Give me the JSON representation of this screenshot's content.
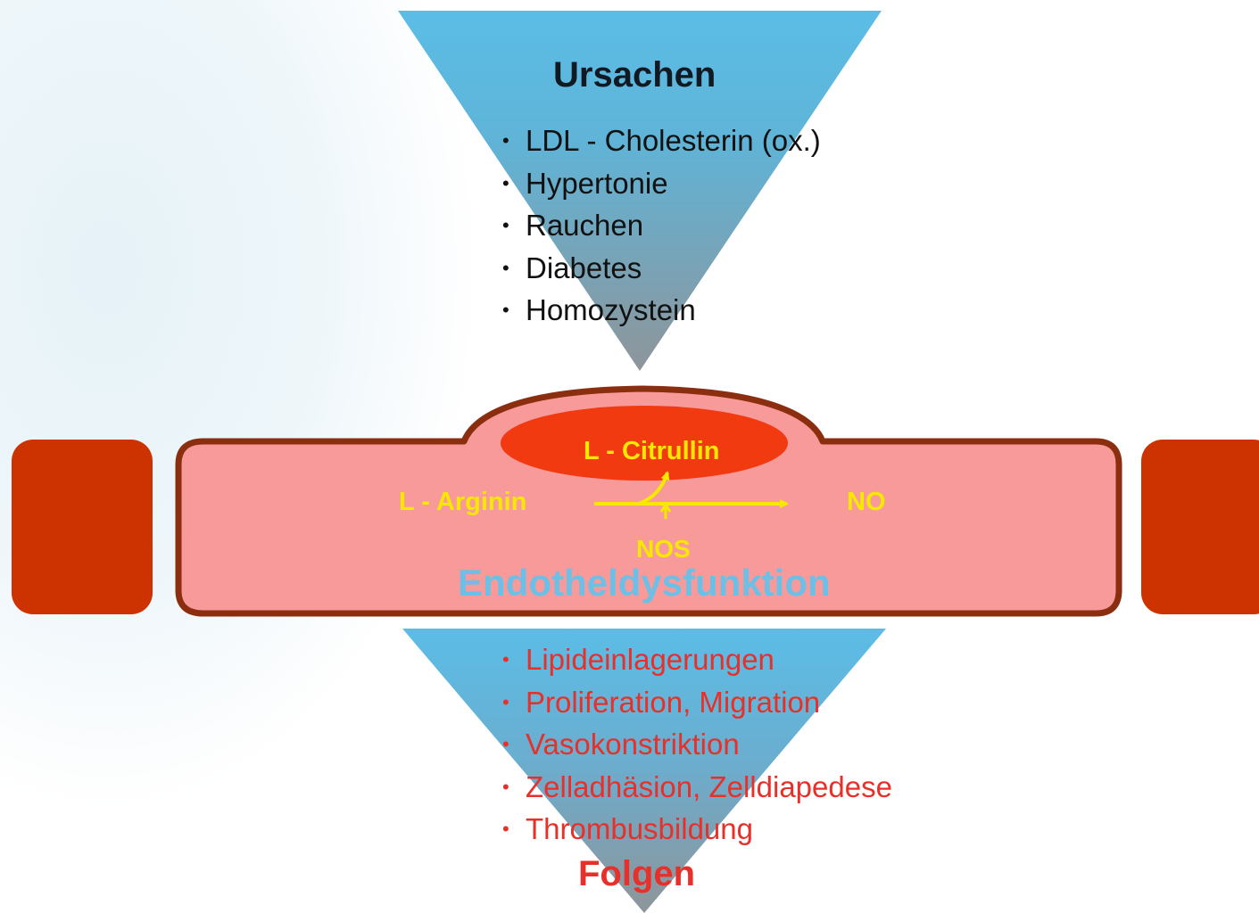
{
  "causes": {
    "title": "Ursachen",
    "items": [
      "LDL - Cholesterin (ox.)",
      "Hypertonie",
      "Rauchen",
      "Diabetes",
      "Homozystein"
    ]
  },
  "vessel": {
    "citrullin": "L - Citrullin",
    "arginin": "L - Arginin",
    "no": "NO",
    "nos": "NOS",
    "dysfunction": "Endotheldysfunktion"
  },
  "effects": {
    "items": [
      "Lipideinlagerungen",
      "Proliferation, Migration",
      "Vasokonstriktion",
      "Zelladhäsion, Zelldiapedese",
      "Thrombusbildung"
    ],
    "title": "Folgen"
  },
  "colors": {
    "triangle_top": "#5bbde6",
    "triangle_bottom": "#8a949a",
    "cell_dark": "#cc3300",
    "cell_outline": "#8b2e10",
    "cell_fill": "#f99a9a",
    "plaque": "#f23a10",
    "reaction_text": "#f6e800",
    "dysfunction_text": "#6cbfe6",
    "effects_text": "#e8302a"
  }
}
